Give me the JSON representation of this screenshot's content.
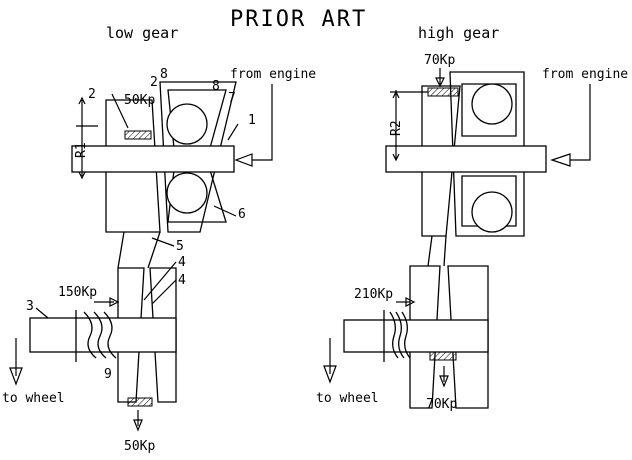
{
  "title": "PRIOR ART",
  "low_gear": {
    "heading": "low gear",
    "from_engine": "from engine",
    "to_wheel": "to wheel",
    "force_drive": "50Kp",
    "force_spring": "150Kp",
    "force_driven": "50Kp",
    "radius_label": "R1",
    "refs": [
      "1",
      "2",
      "2",
      "3",
      "4",
      "4",
      "5",
      "6",
      "7",
      "8",
      "8",
      "9"
    ]
  },
  "high_gear": {
    "heading": "high gear",
    "from_engine": "from engine",
    "to_wheel": "to wheel",
    "force_drive": "70Kp",
    "force_spring": "210Kp",
    "force_driven": "70Kp",
    "radius_label": "R2"
  }
}
